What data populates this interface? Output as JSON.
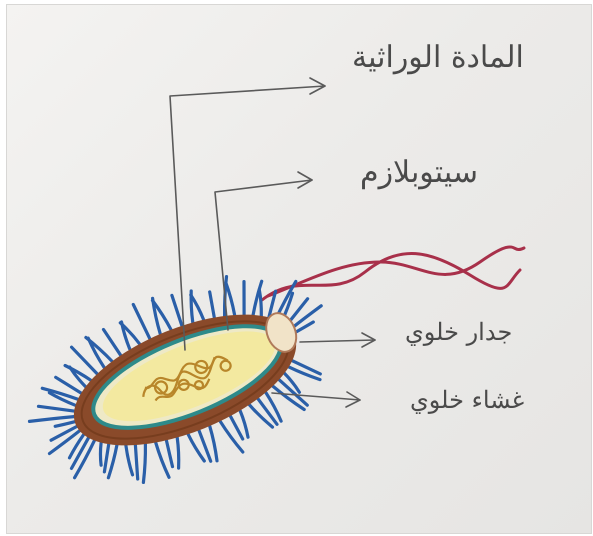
{
  "diagram": {
    "labels": {
      "genetic_material": "المادة الوراثية",
      "cytoplasm": "سيتوبلازم",
      "cell_wall": "جدار خلوي",
      "cell_membrane": "غشاء خلوي"
    },
    "colors": {
      "pencil": "#5a5a5a",
      "cell_wall": "#8a4a2a",
      "membrane": "#2e8a8a",
      "cytoplasm": "#f3e9a0",
      "genetic_material": "#c9a13a",
      "pili": "#2a5fa8",
      "flagellum": "#a8304a"
    }
  }
}
